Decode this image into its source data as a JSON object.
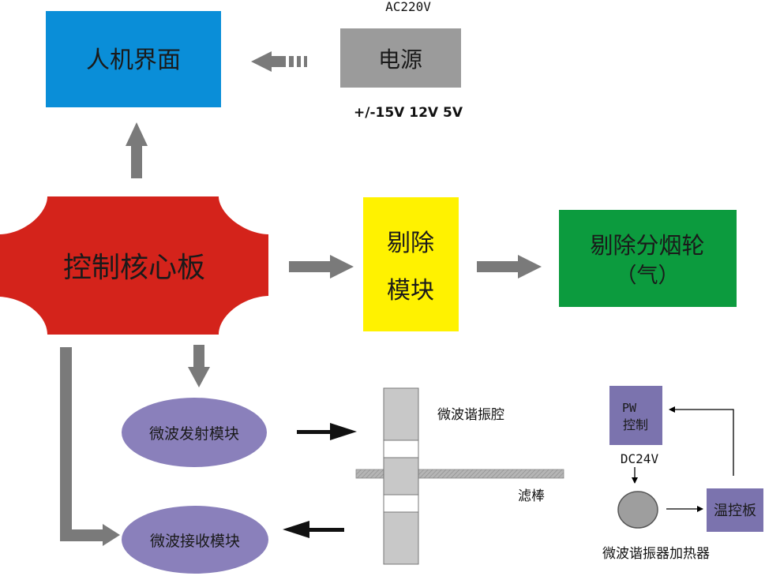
{
  "hmi": {
    "label": "人机界面",
    "color": "#0A8ED8"
  },
  "power": {
    "label": "电源",
    "color": "#9B9B9B",
    "input": "AC220V",
    "output": "+/-15V 12V 5V"
  },
  "core": {
    "label": "控制核心板",
    "color": "#D4231B"
  },
  "reject_module": {
    "line1": "剔除",
    "line2": "模块",
    "color": "#FFF200"
  },
  "reject_wheel": {
    "line1": "剔除分烟轮",
    "line2": "（气）",
    "color": "#0C9B3E"
  },
  "tx_module": {
    "label": "微波发射模块",
    "color": "#8A80BB"
  },
  "rx_module": {
    "label": "微波接收模块",
    "color": "#8A80BB"
  },
  "cavity": {
    "label": "微波谐振腔"
  },
  "filter_rod": {
    "label": "滤棒"
  },
  "pw_control": {
    "line1": "PW",
    "line2": "控制",
    "color": "#7B73AE"
  },
  "dc24v": {
    "label": "DC24V"
  },
  "temp_board": {
    "label": "温控板",
    "color": "#7B73AE"
  },
  "heater": {
    "label": "微波谐振器加热器",
    "color": "#9E9E9E"
  },
  "arrow_color": "#7A7A7A"
}
